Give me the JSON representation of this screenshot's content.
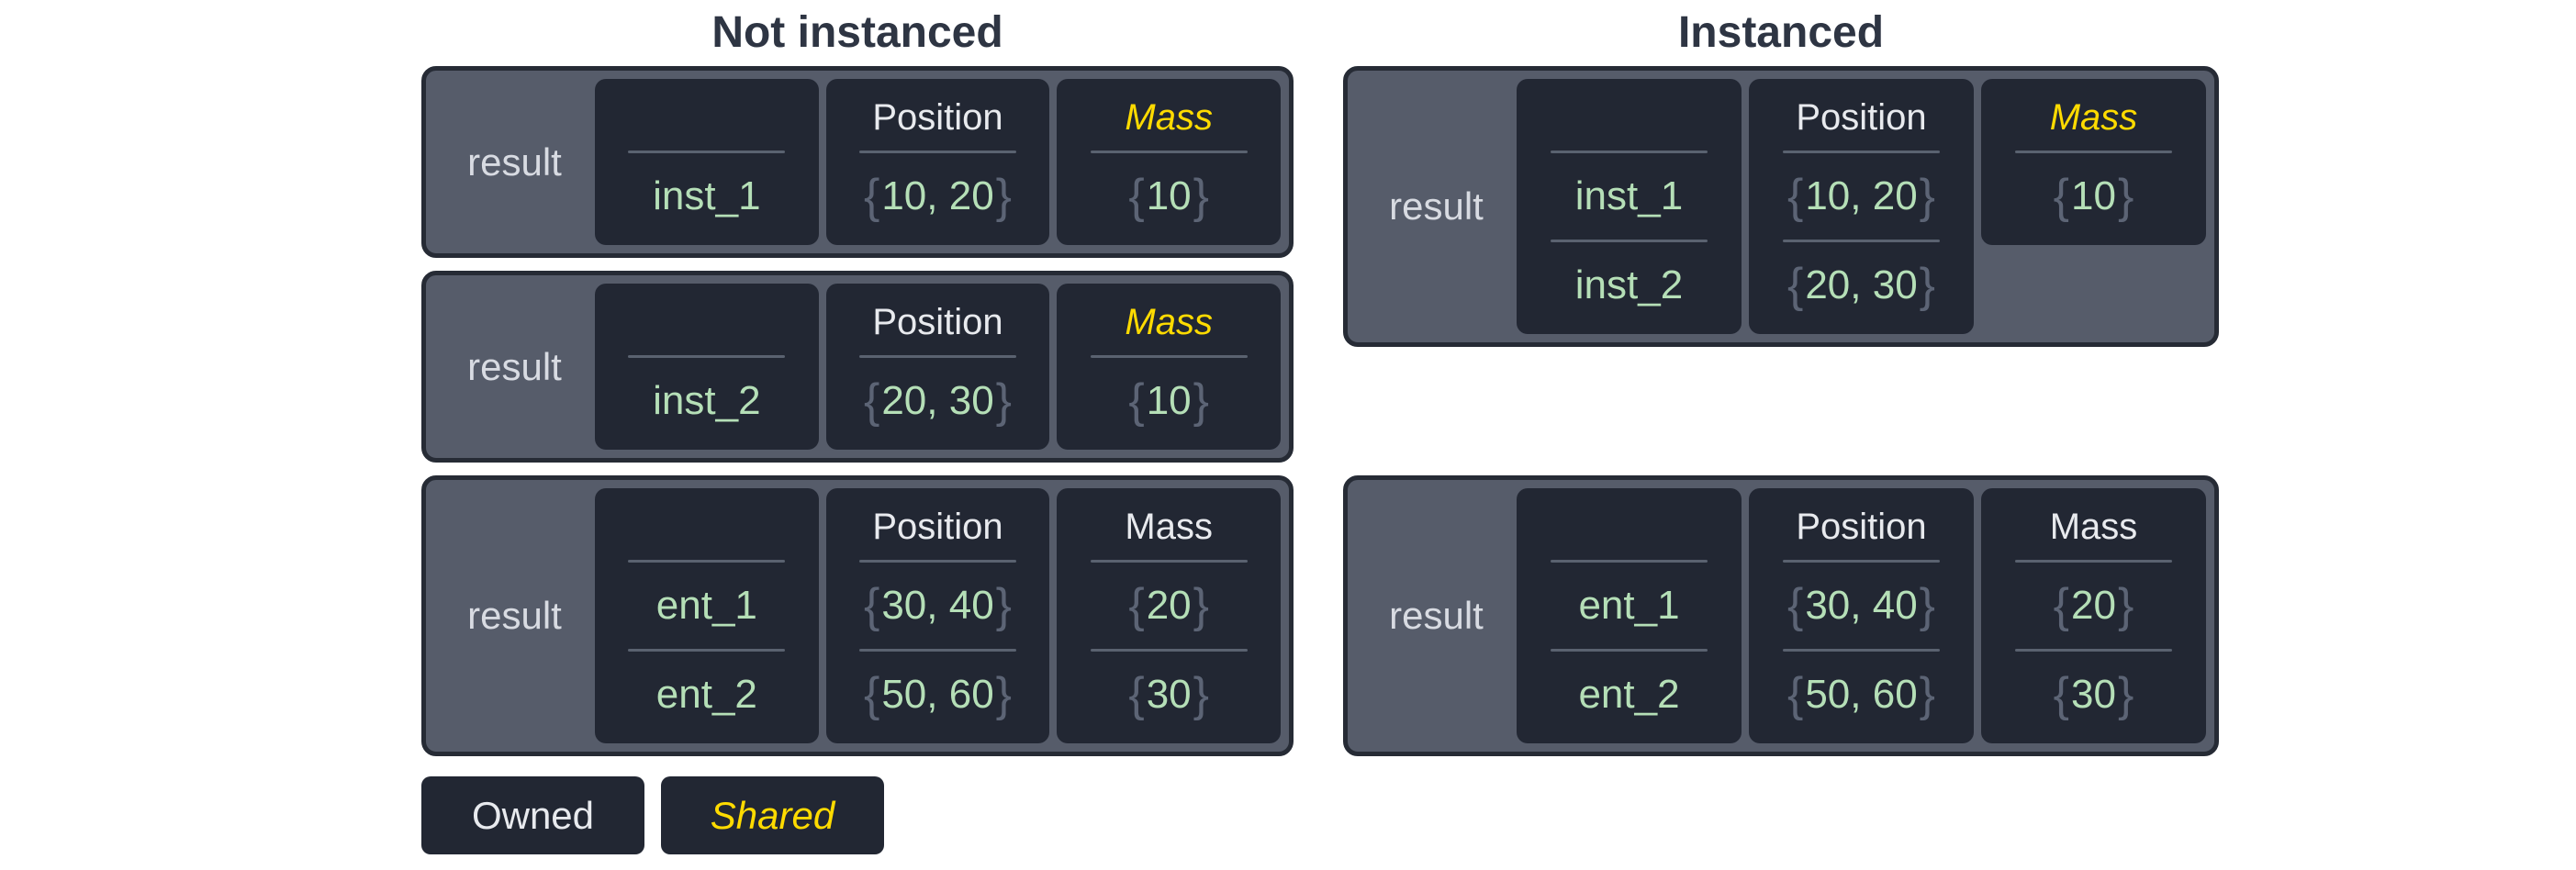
{
  "glyphs": {
    "brace_open": "{",
    "brace_close": "}"
  },
  "colors": {
    "background": "#ffffff",
    "title_text": "#2E3543",
    "card_background": "#565C6A",
    "card_border": "#262B35",
    "cell_background": "#222733",
    "result_text": "#D8DBE2",
    "header_text": "#E8EAEE",
    "shared_accent": "#FFDB00",
    "value_green": "#B5DFB7",
    "brace_gray": "#5C6475"
  },
  "sections": {
    "left": {
      "title": "Not instanced",
      "cards": [
        {
          "result_label": "result",
          "headers": {
            "position": "Position",
            "mass": "Mass"
          },
          "mass_shared": true,
          "rows": [
            {
              "entity": "inst_1",
              "position": "10, 20",
              "mass": "10"
            }
          ]
        },
        {
          "result_label": "result",
          "headers": {
            "position": "Position",
            "mass": "Mass"
          },
          "mass_shared": true,
          "rows": [
            {
              "entity": "inst_2",
              "position": "20, 30",
              "mass": "10"
            }
          ]
        },
        {
          "result_label": "result",
          "headers": {
            "position": "Position",
            "mass": "Mass"
          },
          "mass_shared": false,
          "rows": [
            {
              "entity": "ent_1",
              "position": "30, 40",
              "mass": "20"
            },
            {
              "entity": "ent_2",
              "position": "50, 60",
              "mass": "30"
            }
          ]
        }
      ]
    },
    "right": {
      "title": "Instanced",
      "cards": [
        {
          "result_label": "result",
          "headers": {
            "position": "Position",
            "mass": "Mass"
          },
          "mass_shared": true,
          "mass_row_count": 1,
          "rows": [
            {
              "entity": "inst_1",
              "position": "10, 20",
              "mass": "10"
            },
            {
              "entity": "inst_2",
              "position": "20, 30"
            }
          ]
        },
        {
          "result_label": "result",
          "headers": {
            "position": "Position",
            "mass": "Mass"
          },
          "mass_shared": false,
          "rows": [
            {
              "entity": "ent_1",
              "position": "30, 40",
              "mass": "20"
            },
            {
              "entity": "ent_2",
              "position": "50, 60",
              "mass": "30"
            }
          ]
        }
      ]
    }
  },
  "legend": {
    "owned": "Owned",
    "shared": "Shared"
  }
}
